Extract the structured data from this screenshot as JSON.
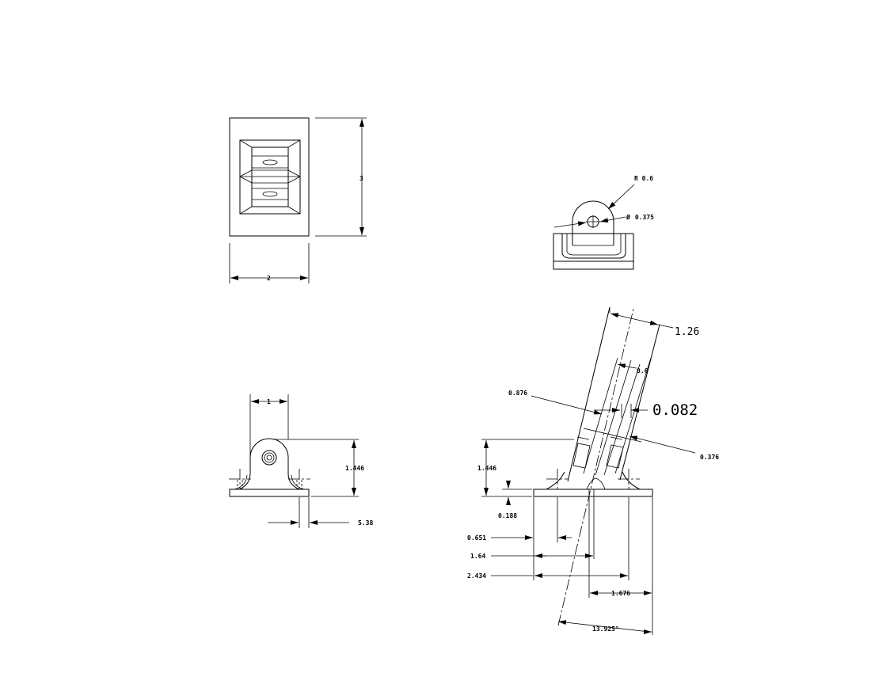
{
  "labels": {
    "top_width": "2",
    "top_height": "3",
    "radius": "R 0.6",
    "hole_diameter": "0.375",
    "front_width": "1",
    "front_height": "1.446",
    "front_offset": "5.38",
    "tilt_width": "1.26",
    "tilt_inner": "0.6",
    "tilt_slot_left": "0.876",
    "tilt_gap": "0.082",
    "tilt_slot_right": "0.376",
    "tilt_height": "1.446",
    "base_thickness": "0.188",
    "offset_a": "0.651",
    "offset_b": "1.64",
    "offset_c": "2.434",
    "offset_d": "1.676",
    "angle": "13.925"
  },
  "symbols": {
    "diameter": "Ø",
    "degree": "°"
  }
}
